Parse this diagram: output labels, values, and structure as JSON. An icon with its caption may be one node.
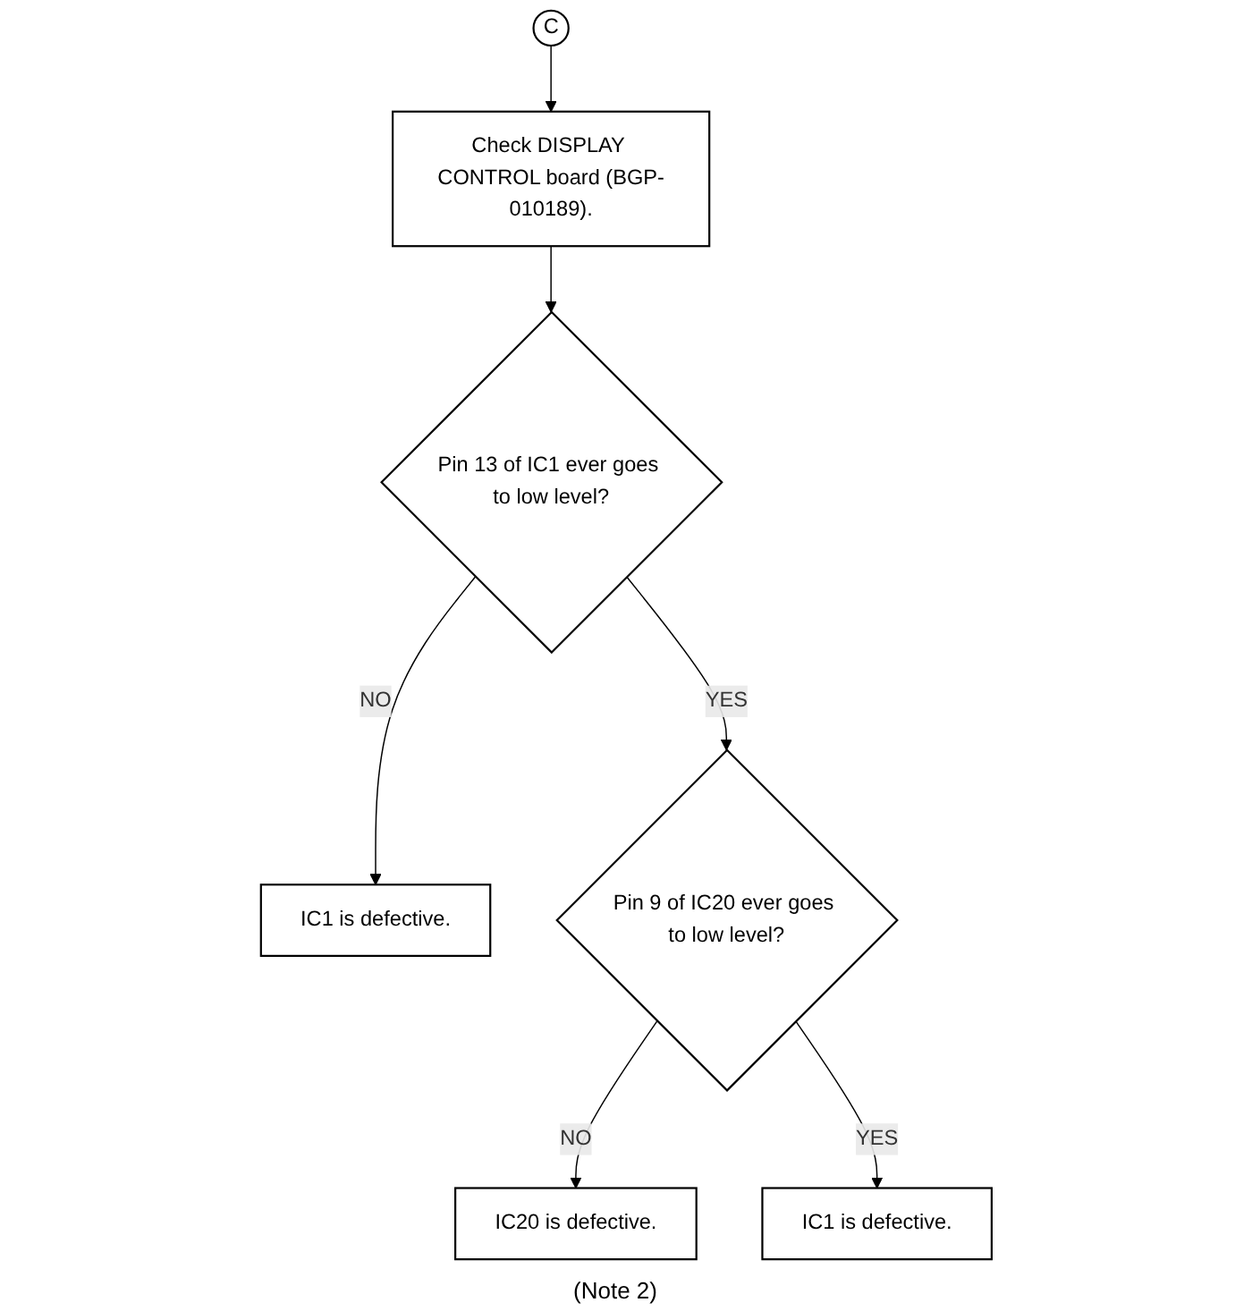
{
  "diagram": {
    "nodes": [
      {
        "text": [
          "C"
        ]
      },
      {
        "text": [
          "Check DISPLAY CONTROL board (BGP-010189)."
        ]
      },
      {
        "text": [
          "Pin 13 of IC1 ever goes to low level?"
        ]
      },
      {
        "text": [
          "IC1 is defective."
        ]
      },
      {
        "text": [
          "Pin 9 of IC20 ever goes to low level?"
        ]
      },
      {
        "text": [
          "IC20 is defective."
        ]
      },
      {
        "text": [
          "IC1 is defective."
        ]
      }
    ],
    "edges": [
      {
        "from": 0,
        "to": 1,
        "arrow": "to"
      },
      {
        "from": 1,
        "to": 2,
        "arrow": "to"
      },
      {
        "from": 2,
        "to": 3,
        "arrow": "to",
        "label": "NO"
      },
      {
        "from": 2,
        "to": 4,
        "arrow": "to",
        "label": "YES"
      },
      {
        "from": 4,
        "to": 5,
        "arrow": "to",
        "label": "NO"
      },
      {
        "from": 4,
        "to": 6,
        "arrow": "to",
        "label": "YES"
      }
    ],
    "labels": [
      "(Note 2)"
    ]
  }
}
